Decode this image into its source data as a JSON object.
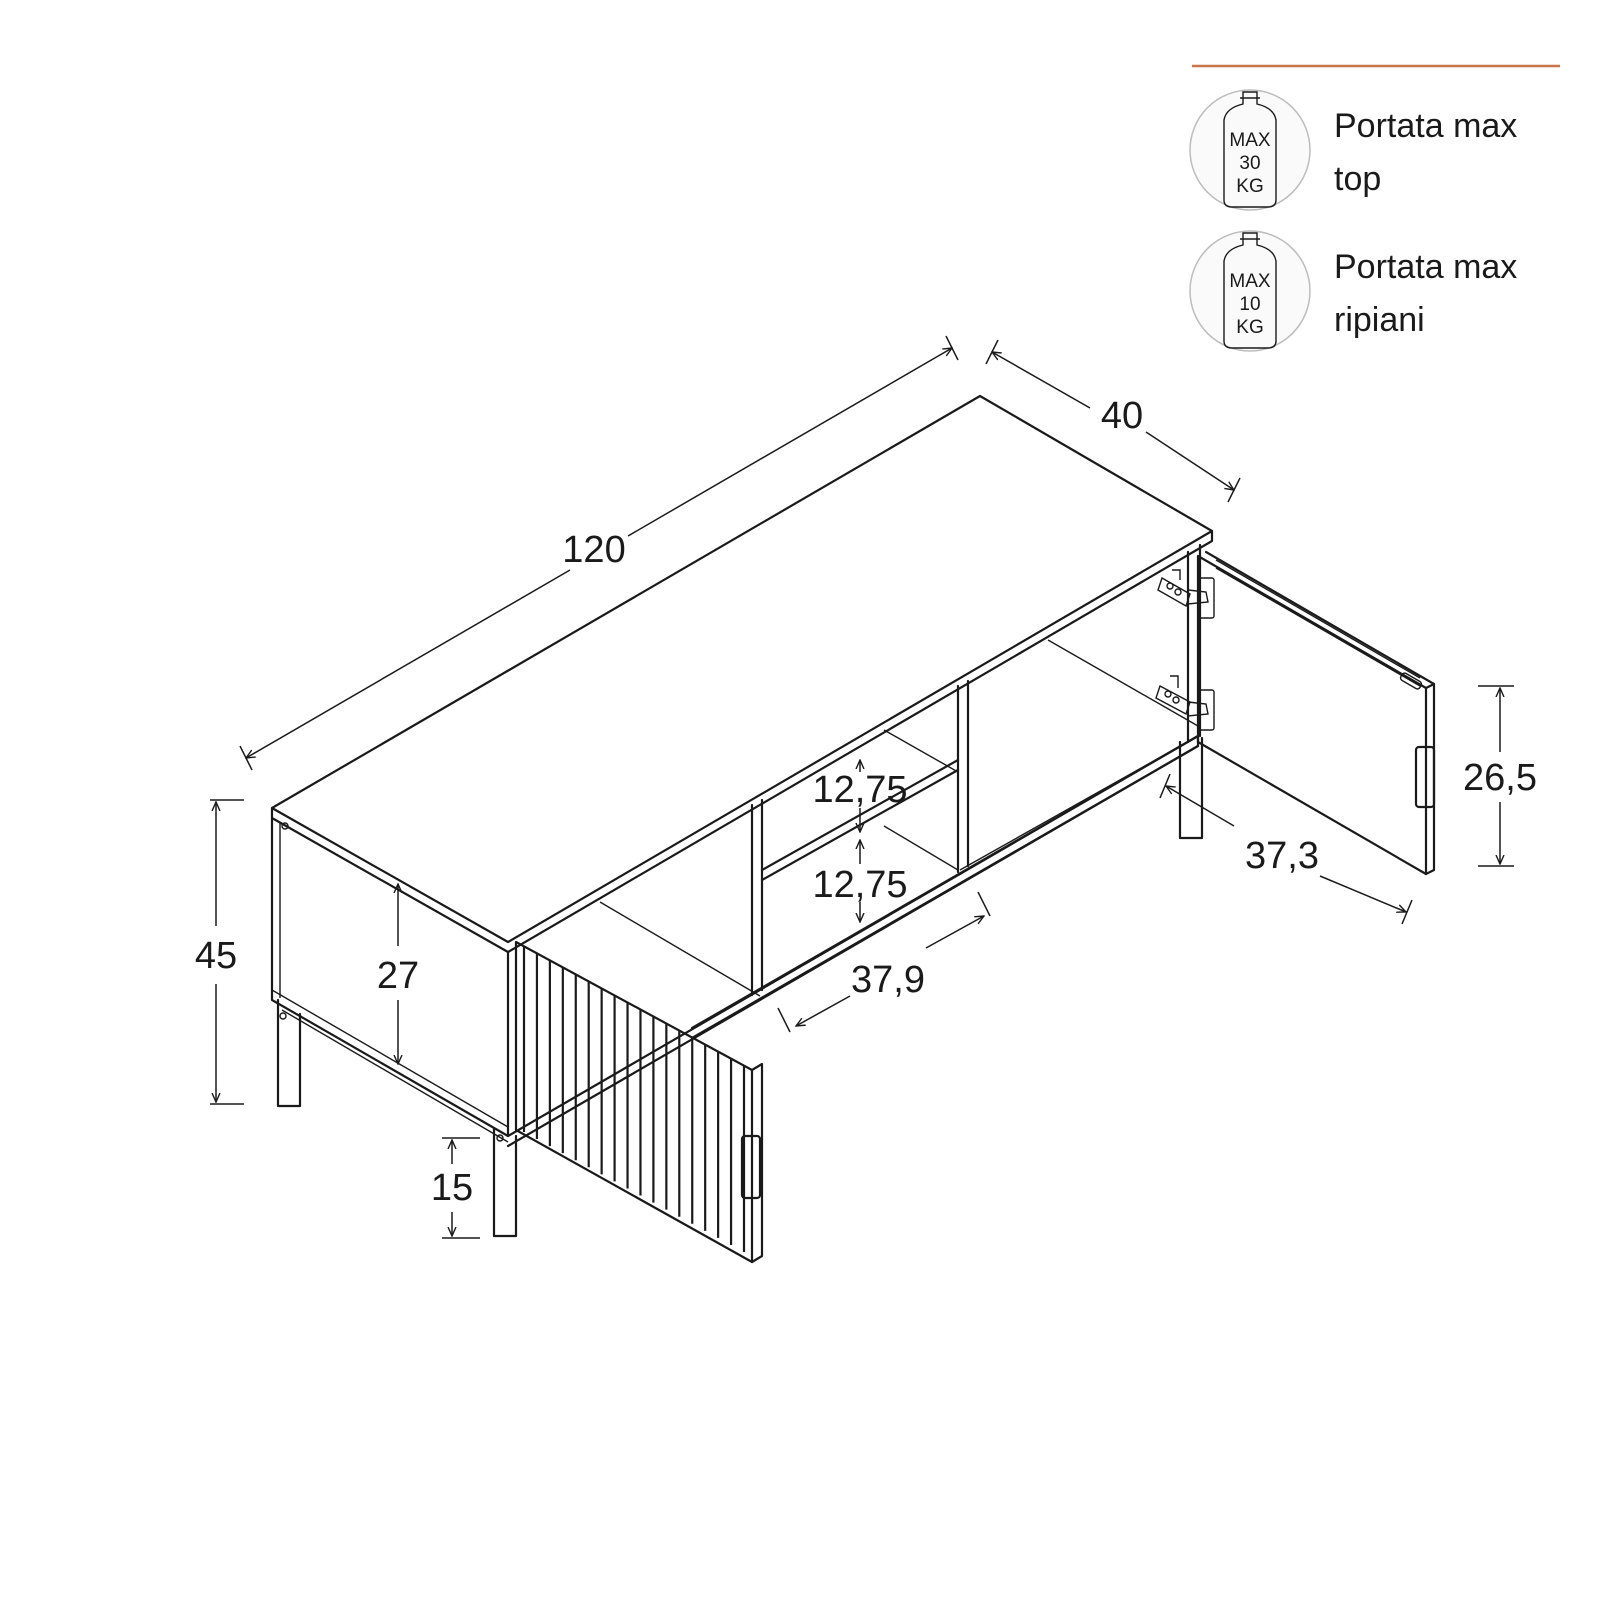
{
  "legend": {
    "accent_color": "#c8764a",
    "items": [
      {
        "icon": "bottle-weight-icon",
        "badge": [
          "MAX",
          "30",
          "KG"
        ],
        "line1": "Portata max",
        "line2": "top"
      },
      {
        "icon": "bottle-weight-icon",
        "badge": [
          "MAX",
          "10",
          "KG"
        ],
        "line1": "Portata max",
        "line2": "ripiani"
      }
    ]
  },
  "dimensions": {
    "width": "120",
    "depth": "40",
    "height": "45",
    "inner_height": "27",
    "leg_height": "15",
    "shelf_upper": "12,75",
    "shelf_lower": "12,75",
    "compartment_width": "37,9",
    "door_width": "37,3",
    "door_height": "26,5"
  }
}
